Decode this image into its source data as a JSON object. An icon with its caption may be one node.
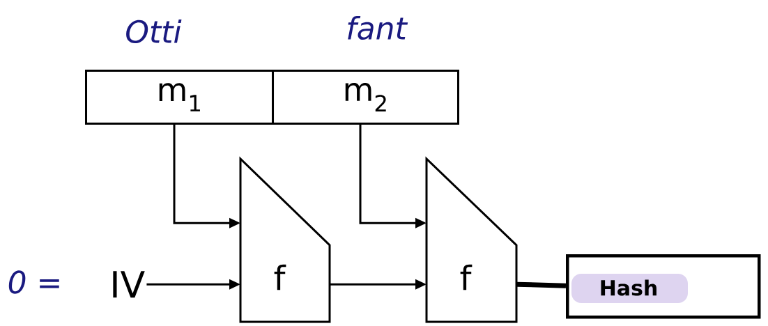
{
  "diagram": {
    "nodes": [
      {
        "text": [
          "m$_{1}$"
        ]
      },
      {
        "text": [
          "m$_{2}$"
        ]
      },
      {
        "text": [
          "IV"
        ]
      },
      {
        "text": [
          "f"
        ]
      },
      {
        "text": [
          "f"
        ]
      },
      {
        "text": [
          "Hash"
        ]
      }
    ],
    "edges": [
      {
        "from": 0,
        "to": 3,
        "arrow": "to"
      },
      {
        "from": 1,
        "to": 4,
        "arrow": "to"
      },
      {
        "from": 2,
        "to": 3,
        "arrow": "to"
      },
      {
        "from": 3,
        "to": 4,
        "arrow": "to"
      },
      {
        "from": 4,
        "to": 5,
        "arrow": "none",
        "style": "thick"
      }
    ],
    "labels": [
      "Otti",
      "fant",
      "0 ="
    ]
  }
}
